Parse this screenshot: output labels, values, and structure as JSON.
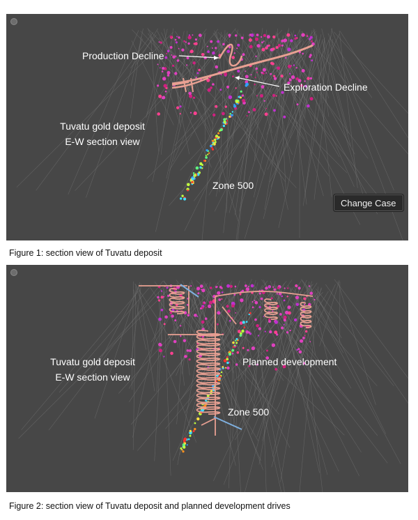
{
  "figure1": {
    "labels": {
      "production_decline": "Production Decline",
      "exploration_decline": "Exploration Decline",
      "deposit_line1": "Tuvatu gold deposit",
      "deposit_line2": "E-W section view",
      "zone": "Zone 500"
    },
    "button": "Change Case",
    "caption": "Figure 1: section view of Tuvatu deposit"
  },
  "figure2": {
    "labels": {
      "deposit_line1": "Tuvatu gold deposit",
      "deposit_line2": "E-W section view",
      "planned": "Planned development",
      "zone": "Zone 500"
    },
    "caption": "Figure 2: section view of Tuvatu deposit and planned development drives"
  },
  "colors": {
    "background": "#474747",
    "decline": "#e8a092",
    "drillhole": "#7a7a7a",
    "magenta": "#e040c0",
    "annotation": "#ffffff"
  }
}
